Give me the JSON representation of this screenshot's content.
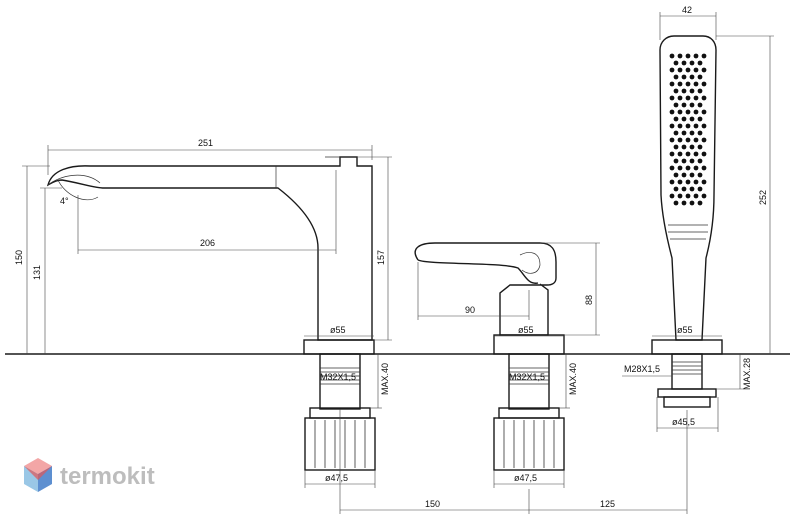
{
  "dimensions": {
    "spout_length": "251",
    "spout_reach": "206",
    "spout_height_150": "150",
    "spout_height_131": "131",
    "spout_body_height": "157",
    "spout_angle": "4°",
    "spout_base_diameter": "ø55",
    "spout_thread": "M32X1,5",
    "spout_max_deck": "MAX.40",
    "spout_nut_diameter": "ø47,5",
    "mixer_lever_length": "90",
    "mixer_height": "88",
    "mixer_base_diameter": "ø55",
    "mixer_thread": "M32X1,5",
    "mixer_max_deck": "MAX.40",
    "mixer_nut_diameter": "ø47,5",
    "shower_width": "42",
    "shower_length": "252",
    "shower_base_diameter": "ø55",
    "shower_thread": "M28X1,5",
    "shower_max_deck": "MAX.28",
    "shower_nut_diameter": "ø45,5",
    "spacing_spout_mixer": "150",
    "spacing_mixer_shower": "125"
  },
  "brand": {
    "name": "termokit",
    "logo_colors": [
      "#f3a6a6",
      "#e25555",
      "#9ac7e6",
      "#5d8fd0"
    ]
  }
}
